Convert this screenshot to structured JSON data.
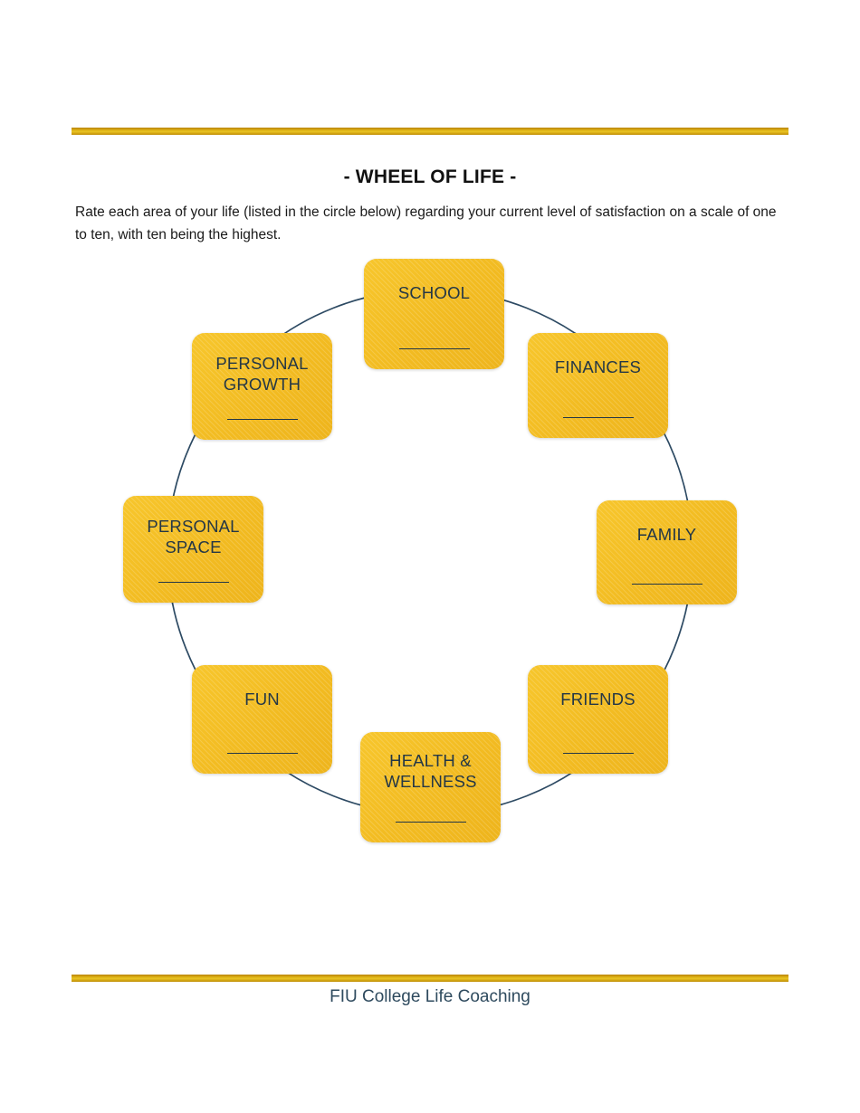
{
  "document": {
    "title": "- WHEEL OF LIFE -",
    "intro": "Rate each area of your life (listed in the circle below) regarding your current level of satisfaction on a scale of one to ten, with ten being the highest.",
    "footer": "FIU College Life Coaching"
  },
  "theme": {
    "gold_rule": "#d9a60f",
    "node_fill": "#f5c22b",
    "node_text": "#243746",
    "arc_line": "#2d4a63",
    "title_color": "#111111",
    "footer_color": "#2e4a5e"
  },
  "wheel": {
    "name": "wheel-of-life",
    "node_count": 8,
    "nodes": [
      {
        "id": "school",
        "label": "SCHOOL",
        "blank": "______",
        "position": "top",
        "angle_deg": 0
      },
      {
        "id": "finances",
        "label": "FINANCES",
        "blank": "______",
        "position": "top-right",
        "angle_deg": 45
      },
      {
        "id": "family",
        "label": "FAMILY",
        "blank": "______",
        "position": "right",
        "angle_deg": 90
      },
      {
        "id": "friends",
        "label": "FRIENDS",
        "blank": "______",
        "position": "bottom-right",
        "angle_deg": 135
      },
      {
        "id": "health-wellness",
        "label": "HEALTH &\nWELLNESS",
        "blank": "______",
        "position": "bottom",
        "angle_deg": 180
      },
      {
        "id": "fun",
        "label": "FUN",
        "blank": "______",
        "position": "bottom-left",
        "angle_deg": 225
      },
      {
        "id": "personal-space",
        "label": "PERSONAL\nSPACE",
        "blank": "______",
        "position": "left",
        "angle_deg": 270
      },
      {
        "id": "personal-growth",
        "label": "PERSONAL\nGROWTH",
        "blank": "______",
        "position": "top-left",
        "angle_deg": 315
      }
    ]
  }
}
